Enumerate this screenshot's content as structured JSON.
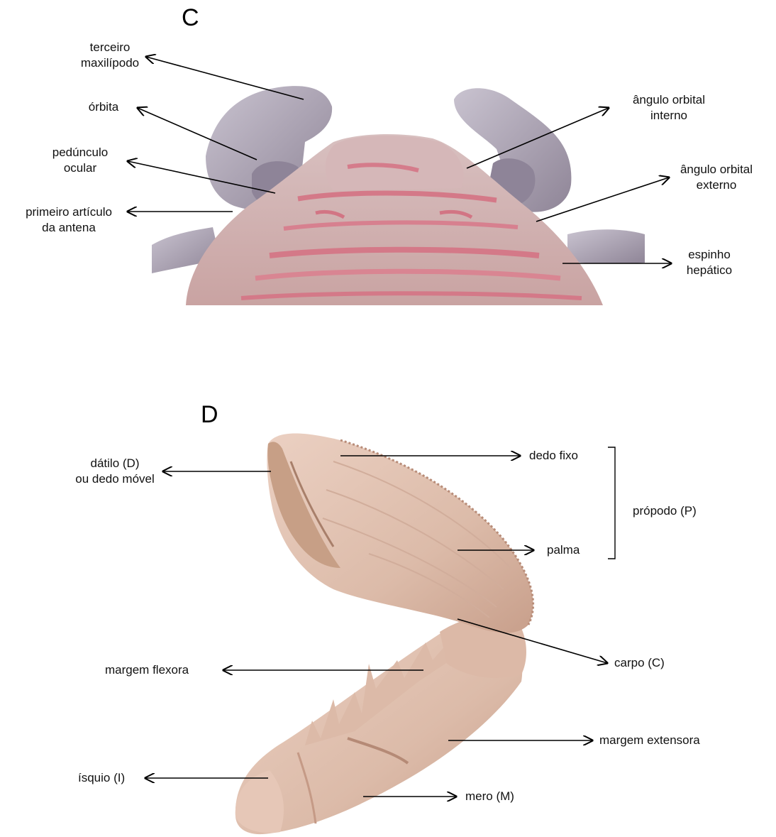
{
  "panel_c": {
    "letter": "C",
    "labels": {
      "terceiro_maxilipodo": "terceiro\nmaxilípodo",
      "orbita": "órbita",
      "pedunculo_ocular": "pedúnculo\nocular",
      "primeiro_articulo": "primeiro artículo\nda antena",
      "angulo_orbital_interno": "ângulo orbital\ninterno",
      "angulo_orbital_externo": "ângulo orbital\nexterno",
      "espinho_hepatico": "espinho\nhepático"
    }
  },
  "panel_d": {
    "letter": "D",
    "labels": {
      "datilo": "dátilo (D)\nou dedo móvel",
      "dedo_fixo": "dedo fixo",
      "propodo": "própodo (P)",
      "palma": "palma",
      "margem_flexora": "margem flexora",
      "carpo": "carpo (C)",
      "margem_extensora": "margem extensora",
      "isquio": "ísquio (I)",
      "mero": "mero (M)"
    }
  },
  "colors": {
    "carapace_base": "#c7a9a8",
    "carapace_stripe": "#d8828f",
    "appendage": "#a69cac",
    "claw_base": "#e2c4b4",
    "claw_shadow": "#c69f8c",
    "arrow": "#000000"
  }
}
